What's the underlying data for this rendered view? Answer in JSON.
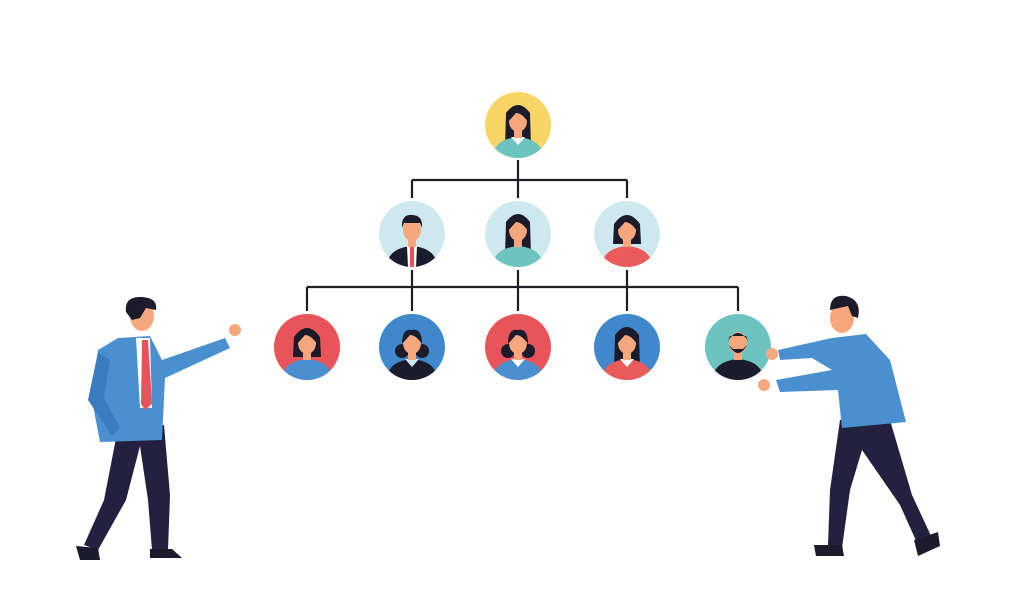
{
  "org_chart": {
    "line_color": "#1e1e24",
    "levels": [
      [
        {
          "role": "ceo",
          "bg": "#f9d466",
          "shirt": "#6cc3bf",
          "hair": "long",
          "collar": "#ffffff"
        }
      ],
      [
        {
          "role": "manager-1",
          "bg": "#cde9ee",
          "shirt": "#1b1b2b",
          "hair": "short",
          "tie": "#e8525a"
        },
        {
          "role": "manager-2",
          "bg": "#cde9ee",
          "shirt": "#6cc3bf",
          "hair": "long"
        },
        {
          "role": "manager-3",
          "bg": "#cde9ee",
          "shirt": "#ec5b5b",
          "hair": "bob"
        }
      ],
      [
        {
          "role": "employee-1",
          "bg": "#e9535a",
          "shirt": "#4a90d0",
          "hair": "bangs"
        },
        {
          "role": "employee-2",
          "bg": "#3f88cc",
          "shirt": "#1b1b2b",
          "hair": "curly",
          "collar": "#cfe9f0"
        },
        {
          "role": "employee-3",
          "bg": "#e9535a",
          "shirt": "#4a90d0",
          "hair": "curly",
          "collar": "#ffffff"
        },
        {
          "role": "employee-4",
          "bg": "#3f88cc",
          "shirt": "#ec5b5b",
          "hair": "long",
          "collar": "#ffffff"
        },
        {
          "role": "employee-5",
          "bg": "#6cc3bf",
          "shirt": "#1b1b2b",
          "hair": "beard"
        }
      ]
    ]
  },
  "colors": {
    "skin": "#f6a77e",
    "hair": "#1b1b2b",
    "jacket": "#4a90d0",
    "pants": "#23213f",
    "tie": "#e8525a"
  }
}
